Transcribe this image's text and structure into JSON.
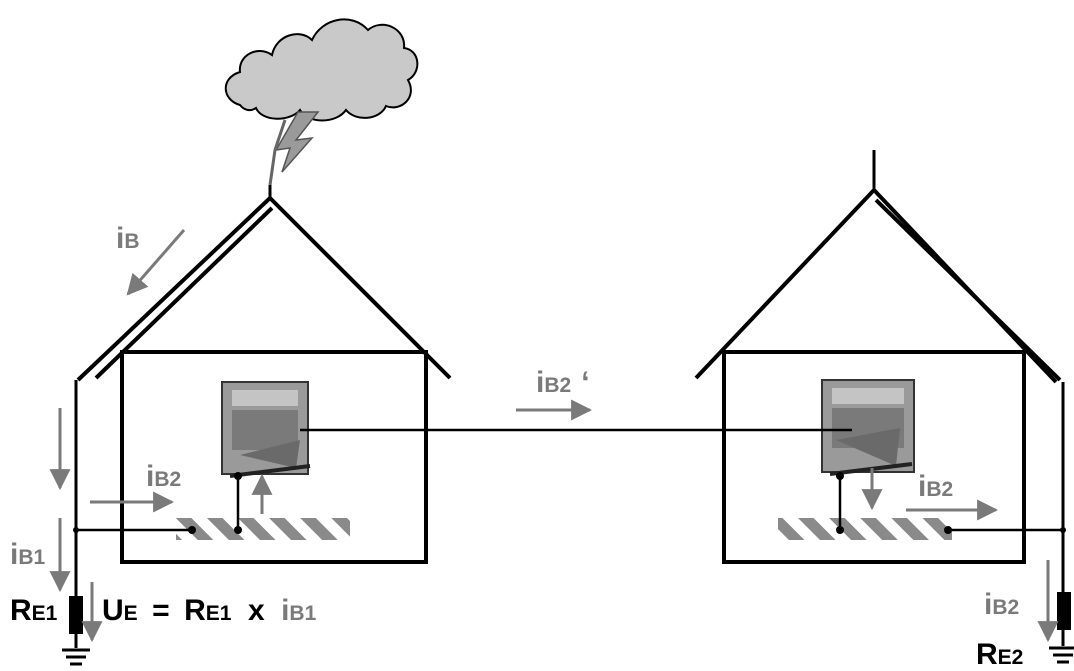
{
  "labels": {
    "ib": {
      "main": "i",
      "sub": "B"
    },
    "ib2_prime": {
      "main": "i",
      "sub": "B2",
      "suffix": "‘"
    },
    "ib2_left": {
      "main": "i",
      "sub": "B2"
    },
    "ib2_right": {
      "main": "i",
      "sub": "B2"
    },
    "ib2_right_ground": {
      "main": "i",
      "sub": "B2"
    },
    "ib1": {
      "main": "i",
      "sub": "B1"
    },
    "re1": {
      "main": "R",
      "sub": "E1"
    },
    "re2": {
      "main": "R",
      "sub": "E2"
    },
    "equation": {
      "ue_main": "U",
      "ue_sub": "E",
      "equals": "=",
      "re_main": "R",
      "re_sub": "E1",
      "times": "x",
      "i_main": "i",
      "i_sub": "B1"
    }
  },
  "colors": {
    "line": "#000000",
    "arrow": "#7a7a7a",
    "cloud": "#c9c9c9",
    "bolt": "#8a8a8a",
    "stripe": "#888888"
  }
}
